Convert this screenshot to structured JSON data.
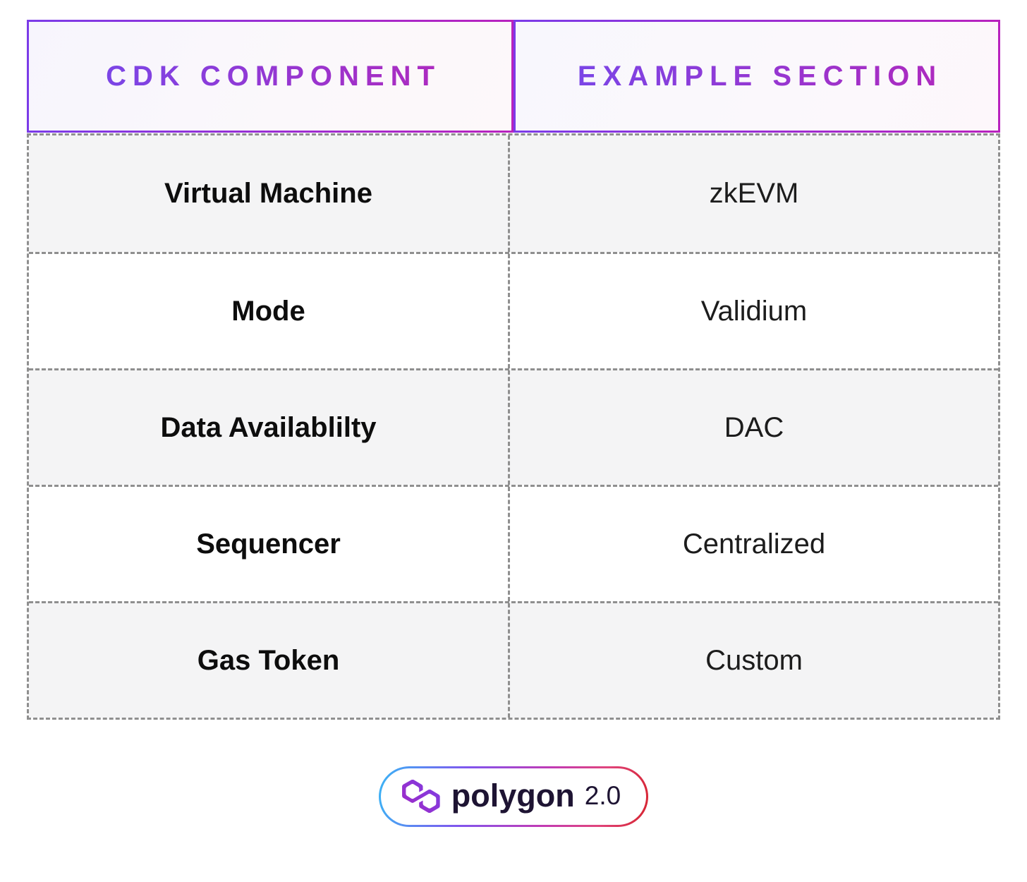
{
  "chart_data": {
    "type": "table",
    "title": "",
    "columns": [
      "CDK COMPONENT",
      "EXAMPLE SECTION"
    ],
    "rows": [
      [
        "Virtual Machine",
        "zkEVM"
      ],
      [
        "Mode",
        "Validium"
      ],
      [
        "Data Availablilty",
        "DAC"
      ],
      [
        "Sequencer",
        "Centralized"
      ],
      [
        "Gas Token",
        "Custom"
      ]
    ],
    "layout_hints": {
      "header_style": "gradient purple-to-magenta border and text",
      "body_style": "dashed gray grid, alternating gray/white rows starting gray"
    }
  },
  "footer": {
    "brand": "polygon",
    "version": "2.0"
  },
  "icons": {
    "polygon_logo": "polygon-interlocked-hexagons-icon"
  },
  "colors": {
    "header_border_gradient_start": "#7B3BE8",
    "header_border_gradient_end": "#B822BE",
    "header_text_gradient_start": "#7B45E6",
    "header_text_gradient_end": "#AD2ABF",
    "row_alt_background": "#F4F4F5",
    "row_background": "#FFFFFF",
    "dashed_border": "#8F8F8F",
    "body_text": "#0D0D0D",
    "pill_border_gradient": [
      "#3AB5F5",
      "#8055EE",
      "#C13AB4",
      "#D6232E"
    ],
    "polygon_icon_gradient_start": "#A229C5",
    "polygon_icon_gradient_end": "#7B3FE4",
    "brand_text": "#1E1433"
  }
}
